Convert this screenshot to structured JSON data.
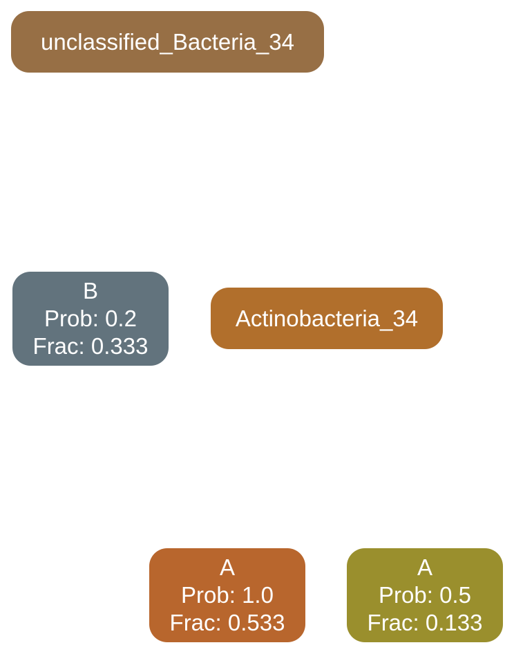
{
  "nodes": {
    "root": {
      "label": "unclassified_Bacteria_34",
      "color": "#976f45"
    },
    "b": {
      "name": "B",
      "prob": "Prob: 0.2",
      "frac": "Frac: 0.333",
      "color": "#62737d"
    },
    "actino": {
      "label": "Actinobacteria_34",
      "color": "#b16f2c"
    },
    "a1": {
      "name": "A",
      "prob": "Prob: 1.0",
      "frac": "Frac: 0.533",
      "color": "#b8662d"
    },
    "a2": {
      "name": "A",
      "prob": "Prob: 0.5",
      "frac": "Frac: 0.133",
      "color": "#9a8f2d"
    }
  }
}
